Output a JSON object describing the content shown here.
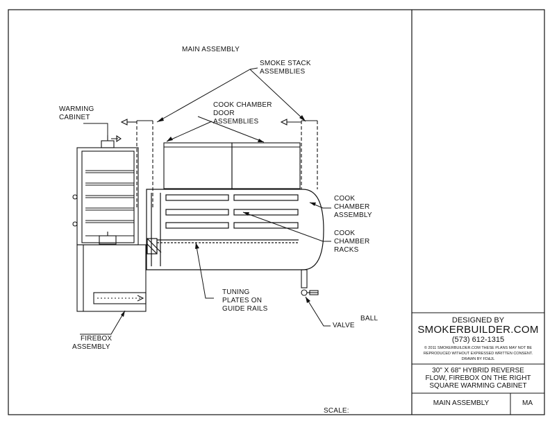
{
  "labels": {
    "main_assembly": "MAIN ASSEMBLY",
    "smoke_stack_1": "SMOKE STACK",
    "smoke_stack_2": "ASSEMBLIES",
    "warming_1": "WARMING",
    "warming_2": "CABINET",
    "door_1": "COOK CHAMBER",
    "door_2": "DOOR",
    "door_3": "ASSEMBLIES",
    "cook_chamber_1": "COOK",
    "cook_chamber_2": "CHAMBER",
    "cook_chamber_3": "ASSEMBLY",
    "racks_1": "COOK",
    "racks_2": "CHAMBER",
    "racks_3": "RACKS",
    "tuning_1": "TUNING",
    "tuning_2": "PLATES ON",
    "tuning_3": "GUIDE RAILS",
    "ball": "BALL",
    "valve": "VALVE",
    "firebox_1": "FIREBOX",
    "firebox_2": "ASSEMBLY",
    "scale": "SCALE:"
  },
  "title_block": {
    "designed_by": "DESIGNED BY",
    "company": "SMOKERBUILDER.COM",
    "phone": "(573) 612-1315",
    "copyright_1": "© 2011 SMOKERBUILDER.COM THESE PLANS MAY NOT BE",
    "copyright_2": "REPRODUCED WITHOUT EXPRESSED WRITTEN CONSENT.",
    "drawn_by": "DRAWN BY FD&JL",
    "desc_1": "30\" X 68\" HYBRID REVERSE",
    "desc_2": "FLOW, FIREBOX ON THE RIGHT",
    "desc_3": "SQUARE WARMING CABINET",
    "sheet_name": "MAIN ASSEMBLY",
    "sheet_code": "MA"
  }
}
